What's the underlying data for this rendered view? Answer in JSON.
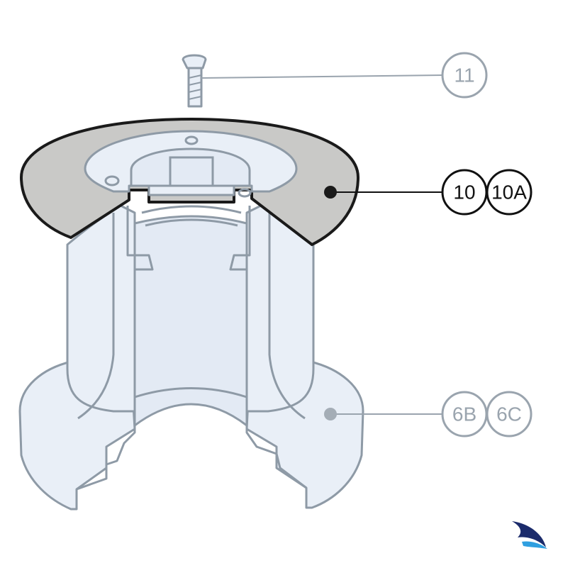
{
  "colors": {
    "outline": "#8e9aa6",
    "part_fill": "#e9eff7",
    "part_shadow": "#d9e2ee",
    "flange_fill": "#c9c9c7",
    "flange_outline": "#1a1a1a",
    "callout_active": "#111111",
    "callout_inactive": "#9aa4ae",
    "dot_inactive": "#a4adb6",
    "logo_dark": "#1b2b6b",
    "logo_light": "#2f9fe0"
  },
  "callouts": {
    "screw": {
      "label": "11",
      "active": false
    },
    "flange_a": {
      "label": "10",
      "active": true
    },
    "flange_b": {
      "label": "10A",
      "active": true
    },
    "housing_a": {
      "label": "6B",
      "active": false
    },
    "housing_b": {
      "label": "6C",
      "active": false
    }
  },
  "logo": {
    "icon": "sail-swoosh-icon"
  }
}
